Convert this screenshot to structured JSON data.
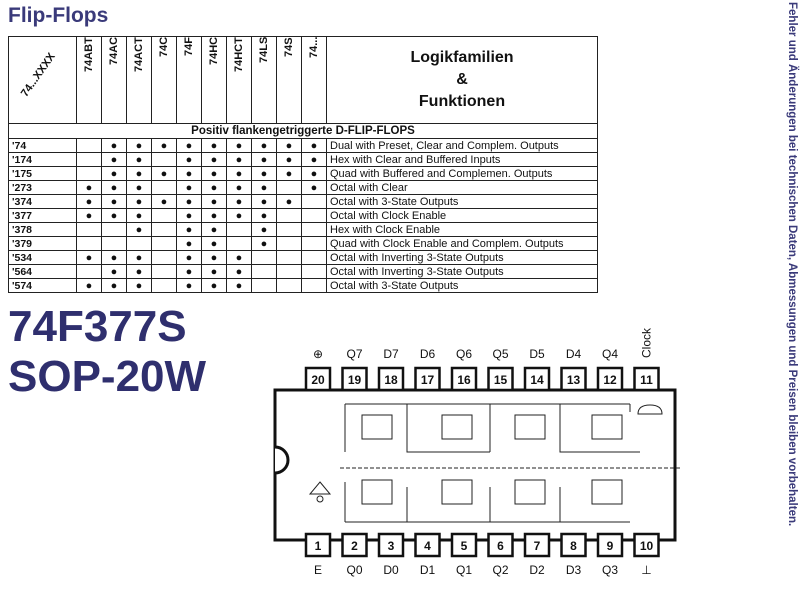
{
  "title": "Flip-Flops",
  "side_note": "Fehler und Änderungen bei technischen Daten, Abmessungen und Preisen bleiben vorbehalten.",
  "table": {
    "corner_label": "74...XXXX",
    "families": [
      "74ABT",
      "74AC",
      "74ACT",
      "74C",
      "74F",
      "74HC",
      "74HCT",
      "74LS",
      "74S",
      "74..."
    ],
    "header_lines": [
      "Logikfamilien",
      "&",
      "Funktionen"
    ],
    "section": "Positiv flankengetriggerte D-FLIP-FLOPS",
    "rows": [
      {
        "code": "'74",
        "marks": [
          0,
          1,
          1,
          1,
          1,
          1,
          1,
          1,
          1,
          1
        ],
        "desc": "Dual with Preset, Clear and Complem. Outputs"
      },
      {
        "code": "'174",
        "marks": [
          0,
          1,
          1,
          0,
          1,
          1,
          1,
          1,
          1,
          1
        ],
        "desc": "Hex with Clear and Buffered Inputs"
      },
      {
        "code": "'175",
        "marks": [
          0,
          1,
          1,
          1,
          1,
          1,
          1,
          1,
          1,
          1
        ],
        "desc": "Quad with Buffered and Complemen. Outputs"
      },
      {
        "code": "'273",
        "marks": [
          1,
          1,
          1,
          0,
          1,
          1,
          1,
          1,
          0,
          1
        ],
        "desc": "Octal with Clear"
      },
      {
        "code": "'374",
        "marks": [
          1,
          1,
          1,
          1,
          1,
          1,
          1,
          1,
          1,
          0
        ],
        "desc": "Octal with 3-State Outputs"
      },
      {
        "code": "'377",
        "marks": [
          1,
          1,
          1,
          0,
          1,
          1,
          1,
          1,
          0,
          0
        ],
        "desc": "Octal with Clock Enable"
      },
      {
        "code": "'378",
        "marks": [
          0,
          0,
          1,
          0,
          1,
          1,
          0,
          1,
          0,
          0
        ],
        "desc": "Hex with Clock Enable"
      },
      {
        "code": "'379",
        "marks": [
          0,
          0,
          0,
          0,
          1,
          1,
          0,
          1,
          0,
          0
        ],
        "desc": "Quad with Clock Enable and Complem. Outputs"
      },
      {
        "code": "'534",
        "marks": [
          1,
          1,
          1,
          0,
          1,
          1,
          1,
          0,
          0,
          0
        ],
        "desc": "Octal with Inverting 3-State Outputs"
      },
      {
        "code": "'564",
        "marks": [
          0,
          1,
          1,
          0,
          1,
          1,
          1,
          0,
          0,
          0
        ],
        "desc": "Octal with Inverting 3-State Outputs"
      },
      {
        "code": "'574",
        "marks": [
          1,
          1,
          1,
          0,
          1,
          1,
          1,
          0,
          0,
          0
        ],
        "desc": "Octal with 3-State Outputs"
      }
    ]
  },
  "part": {
    "line1": "74F377S",
    "line2": "SOP-20W"
  },
  "ic": {
    "top_pins": [
      {
        "num": "20",
        "label": "⊕"
      },
      {
        "num": "19",
        "label": "Q7"
      },
      {
        "num": "18",
        "label": "D7"
      },
      {
        "num": "17",
        "label": "D6"
      },
      {
        "num": "16",
        "label": "Q6"
      },
      {
        "num": "15",
        "label": "Q5"
      },
      {
        "num": "14",
        "label": "D5"
      },
      {
        "num": "13",
        "label": "D4"
      },
      {
        "num": "12",
        "label": "Q4"
      },
      {
        "num": "11",
        "label": "Clock"
      }
    ],
    "bottom_pins": [
      {
        "num": "1",
        "label": "E"
      },
      {
        "num": "2",
        "label": "Q0"
      },
      {
        "num": "3",
        "label": "D0"
      },
      {
        "num": "4",
        "label": "D1"
      },
      {
        "num": "5",
        "label": "Q1"
      },
      {
        "num": "6",
        "label": "Q2"
      },
      {
        "num": "7",
        "label": "D2"
      },
      {
        "num": "8",
        "label": "D3"
      },
      {
        "num": "9",
        "label": "Q3"
      },
      {
        "num": "10",
        "label": "⊥"
      }
    ]
  }
}
